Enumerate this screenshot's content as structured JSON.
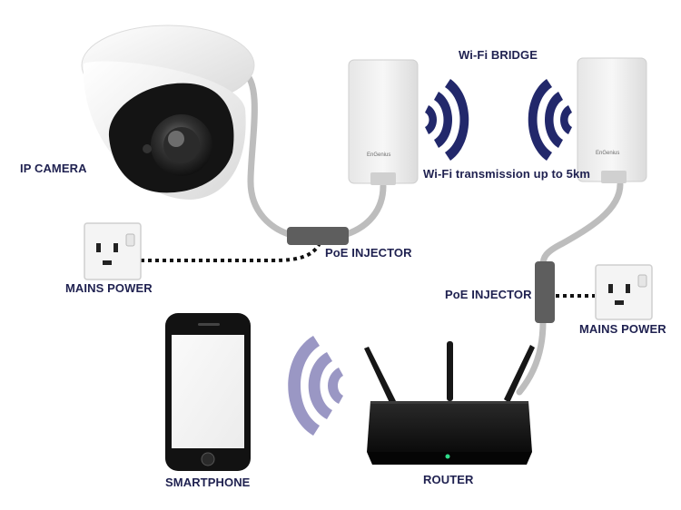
{
  "labels": {
    "ip_camera": "IP CAMERA",
    "wifi_bridge": "Wi-Fi BRIDGE",
    "wifi_transmission": "Wi-Fi transmission up to 5km",
    "poe_injector_top": "PoE INJECTOR",
    "poe_injector_right": "PoE INJECTOR",
    "mains_power_left": "MAINS POWER",
    "mains_power_right": "MAINS POWER",
    "smartphone": "SMARTPHONE",
    "router": "ROUTER"
  },
  "bridge_brand": "EnGenius",
  "colors": {
    "label_text": "#1f2150",
    "signal_navy": "#22286b",
    "signal_lavender": "#9a97c4",
    "cable_grey": "#bdbdbd",
    "injector_grey": "#5e5e5e",
    "router_black": "#161616"
  },
  "icons": [
    "dome-camera-icon",
    "bridge-antenna-icon",
    "wifi-signal-icon",
    "poe-injector-icon",
    "power-socket-icon",
    "smartphone-icon",
    "router-icon"
  ]
}
